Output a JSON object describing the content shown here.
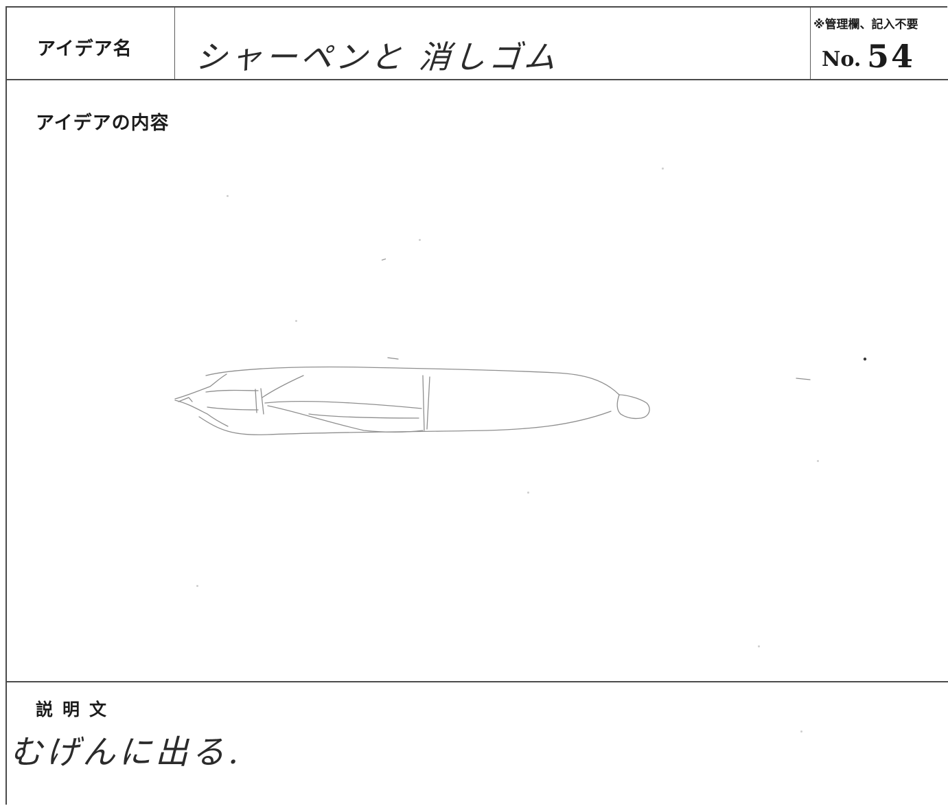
{
  "form": {
    "idea_name_label": "アイデア名",
    "idea_name_value": "シャーペンと 消しゴム",
    "admin_note": "※管理欄、記入不要",
    "number_prefix": "No.",
    "number_value": "54",
    "content_label": "アイデアの内容",
    "description_label": "説明文",
    "description_value": "むげんに出る."
  },
  "sketch": {
    "subject": "mechanical-pencil-with-eraser"
  },
  "colors": {
    "rule": "#4a4a4a",
    "pencil_stroke": "#8e8e8e",
    "ink": "#2b2b2b"
  }
}
